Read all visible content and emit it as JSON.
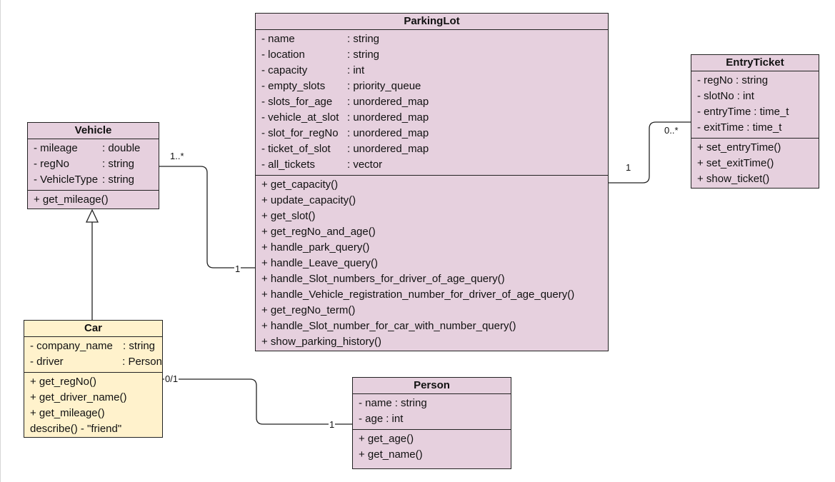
{
  "colors": {
    "class_fill": "#e6d0de",
    "car_fill": "#fff2cc",
    "line": "#222222"
  },
  "classes": {
    "parking": {
      "name": "ParkingLot",
      "attrs": [
        {
          "n": "- name",
          "t": ": string"
        },
        {
          "n": "- location",
          "t": ": string"
        },
        {
          "n": "- capacity",
          "t": ": int"
        },
        {
          "n": "- empty_slots",
          "t": ": priority_queue"
        },
        {
          "n": "- slots_for_age",
          "t": ": unordered_map"
        },
        {
          "n": "- vehicle_at_slot",
          "t": ": unordered_map"
        },
        {
          "n": "- slot_for_regNo",
          "t": ": unordered_map"
        },
        {
          "n": "- ticket_of_slot",
          "t": ": unordered_map"
        },
        {
          "n": "- all_tickets",
          "t": ": vector"
        }
      ],
      "ops": [
        "+ get_capacity()",
        "+ update_capacity()",
        "+ get_slot()",
        "+ get_regNo_and_age()",
        "+ handle_park_query()",
        "+ handle_Leave_query()",
        "+ handle_Slot_numbers_for_driver_of_age_query()",
        "+ handle_Vehicle_registration_number_for_driver_of_age_query()",
        "+ get_regNo_term()",
        "+ handle_Slot_number_for_car_with_number_query()",
        "+ show_parking_history()"
      ]
    },
    "ticket": {
      "name": "EntryTicket",
      "attrs": [
        {
          "n": "- regNo",
          "t": ": string"
        },
        {
          "n": "- slotNo",
          "t": ": int"
        },
        {
          "n": "- entryTime",
          "t": ": time_t"
        },
        {
          "n": "- exitTime",
          "t": ": time_t"
        }
      ],
      "ops": [
        "+ set_entryTime()",
        "+ set_exitTime()",
        "+ show_ticket()"
      ]
    },
    "vehicle": {
      "name": "Vehicle",
      "attrs": [
        {
          "n": "- mileage",
          "t": ": double"
        },
        {
          "n": "- regNo",
          "t": ": string"
        },
        {
          "n": "- VehicleType",
          "t": ": string"
        }
      ],
      "ops": [
        "+ get_mileage()"
      ]
    },
    "car": {
      "name": "Car",
      "attrs": [
        {
          "n": "- company_name",
          "t": ": string"
        },
        {
          "n": "- driver",
          "t": ": Person"
        }
      ],
      "ops": [
        "+ get_regNo()",
        "+ get_driver_name()",
        "+ get_mileage()",
        "describe()    - \"friend\""
      ]
    },
    "person": {
      "name": "Person",
      "attrs": [
        {
          "n": "- name",
          "t": ": string"
        },
        {
          "n": "- age",
          "t": ": int"
        }
      ],
      "ops": [
        "+ get_age()",
        "+ get_name()"
      ]
    }
  },
  "multiplicities": {
    "parking_ticket_parking": "1",
    "parking_ticket_ticket": "0..*",
    "vehicle_parking_vehicle": "1..*",
    "vehicle_parking_parking": "1",
    "car_person_car": "0/1",
    "car_person_person": "1"
  }
}
